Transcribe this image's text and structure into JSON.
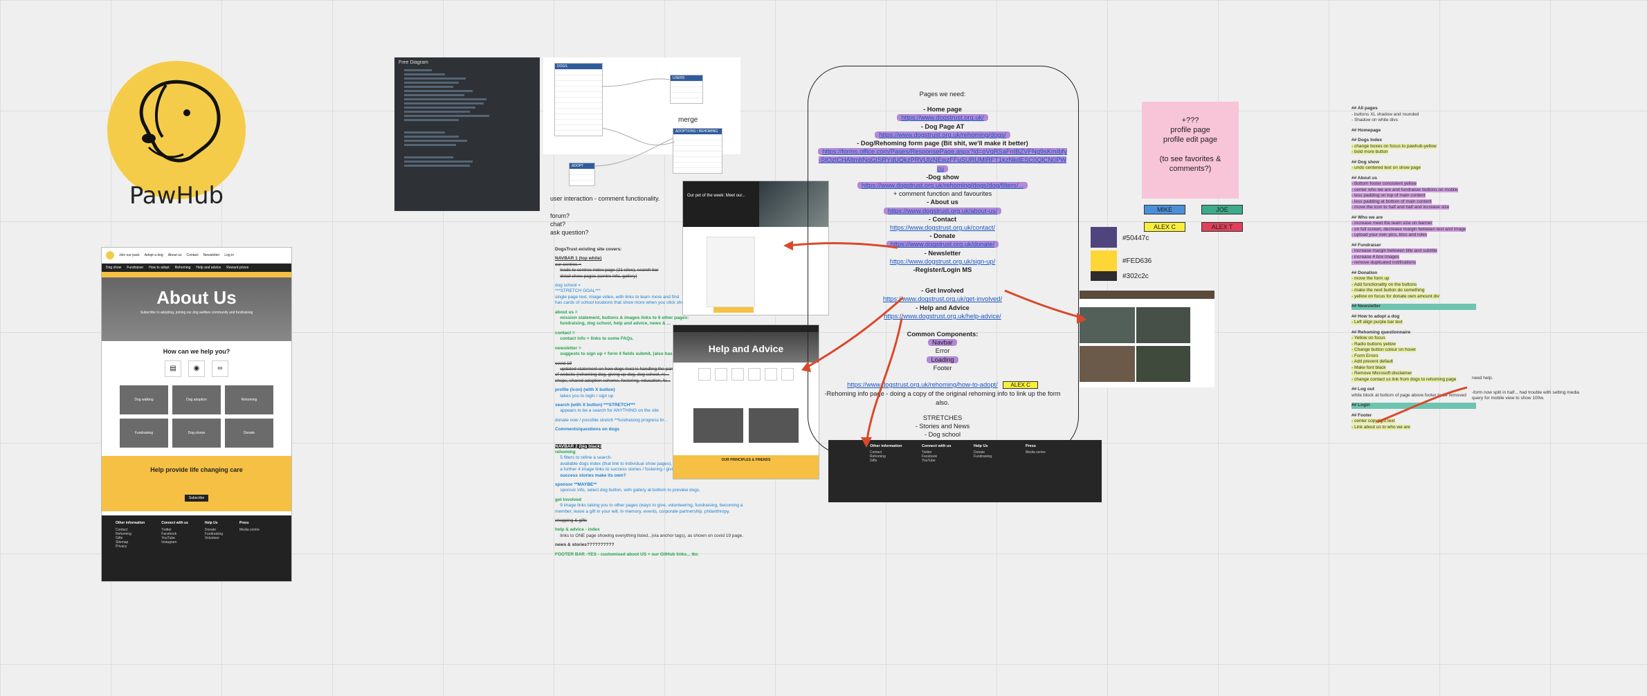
{
  "logo": {
    "text": "PawHub",
    "color": "#f5cc4a"
  },
  "about_page": {
    "nav_items": [
      "Join our pack",
      "Adopt a dog",
      "About us",
      "Contact",
      "Newsletter",
      "Log in"
    ],
    "sub_nav": [
      "Dog show",
      "Fundraiser",
      "How to adopt",
      "Rehoming",
      "Help and advice",
      "Reward prizes"
    ],
    "hero_title": "About Us",
    "hero_text": "Subscribe to adopting, joining our dog welfare community and fundraising",
    "help_title": "How can we help you?",
    "grid_labels": [
      "Dog walking",
      "Dog adoption",
      "Rehoming",
      "Fundraising",
      "Dog shows",
      "Donate"
    ],
    "cta_title": "Help provide life changing care",
    "cta_button": "Subscribe",
    "footer_cols": [
      {
        "title": "Other information",
        "items": [
          "Contact",
          "Rehoming",
          "Gifts",
          "Sitemap",
          "Privacy"
        ]
      },
      {
        "title": "Connect with us",
        "items": [
          "Twitter",
          "Facebook",
          "YouTube",
          "Instagram"
        ]
      },
      {
        "title": "Help Us",
        "items": [
          "Donate",
          "Fundraising",
          "Volunteer"
        ]
      },
      {
        "title": "Press",
        "items": [
          "Media centre"
        ]
      }
    ]
  },
  "diagram": {
    "title": "Free Diagram"
  },
  "erd": {
    "tables": [
      {
        "name": "DOGS"
      },
      {
        "name": "USERS"
      },
      {
        "name": "ADOPT"
      },
      {
        "name": "ADOPTIONS / REHOMING"
      }
    ],
    "merge_label": "merge"
  },
  "user_interaction": "user interaction - comment functionality.",
  "questions": [
    "forum?",
    "chat?",
    "ask question?"
  ],
  "site_notes": {
    "intro": "DogsTrust existing site covers:",
    "navbar1": "NAVBAR 1 (top white)",
    "centres": "our centres =",
    "centres_a": "leads to centres index page (21 sites), search bar",
    "centres_b": "detail show pages (centre info, gallery)",
    "dog_school": "dog school =",
    "dog_school_b": "***STRETCH GOAL***",
    "dog_school_c": "single page text, image video, with links to learn more and find",
    "dog_school_d": "has cards of school locations that show more when you click show more.",
    "about": "about us =",
    "about_b": "mission statement, buttons & images links to 6 other pages:",
    "about_c": "fundraising, dog school, help and advice, news & ...",
    "contact": "contact =",
    "contact_b": "contact info + links to some FAQs.",
    "newsletter": "newsletter =",
    "newsletter_b": "suggests to sign up + form 4 fields submit, (also has ...",
    "covid": "covid 19",
    "covid_b": "updated statement on how dogs trust is handling the pandemic",
    "covid_c": "of website (rehoming dog, giving up dog, dog school, re...",
    "covid_d": "shops, shared adoption scheme, fostering, education, fu...",
    "profile": "profile (icon) (with X button)",
    "profile_b": "takes you to login / sign up",
    "search": "search (with X button) ***STRETCH***",
    "search_b": "appears to be a search for ANYTHING on the site",
    "donate": "donate now / possible stretch **fundraising progress br...",
    "comments": "Comments/questions on dogs",
    "navbar2": "NAVBAR 2 (big black)",
    "rehoming": "rehoming",
    "rehoming_a": "5 filters to refine a search.",
    "rehoming_b": "available dogs index (that link to individual show pages), with show more tab.",
    "rehoming_c": "a further 4 image links to success stories / fostering / giving up your dog / adopting a dog",
    "rehoming_d": "success stories make its own?",
    "sponsor": "sponsor **MAYBE**",
    "sponsor_b": "sponsor info, select dog button,  with gallery at bottom to preview dogs.",
    "get_involved": "get involved",
    "get_involved_b": "9 image links taking you to other pages (ways to give, volunteering, fundraising, becoming a",
    "get_involved_c": "member, leave a gift in your will, in memory, events, corporate partnership, philanthropy.",
    "shopping": "shopping & gifts",
    "help": "help & advice - index",
    "help_b": "links to ONE page showing everything listed...(via anchor tags), as shown on covid 19 page.",
    "news": "news & stories??????????",
    "footer": "FOOTER BAR  -YES - customised about US + our GitHub links... tbc"
  },
  "dog_page": {
    "headline": "Our pet of the week: Meet our..."
  },
  "help_page": {
    "title": "Help and Advice",
    "band": "OUR PRINCIPLES & FRIENDS"
  },
  "pages": {
    "heading": "Pages we need:",
    "items": [
      {
        "title": "- Home page",
        "link": "https://www.dogstrust.org.uk/",
        "hl": true
      },
      {
        "title": "- Dog Page AT",
        "link": "https://www.dogstrust.org.uk/rehoming/dogs/",
        "hl": true
      },
      {
        "title": "- Dog/Rehoming form page (Bit shit, we'll make it better)",
        "link": "https://forms.office.com/Pages/ResponsePage.aspx?id=oVqRSaFnIBZVFNg9sKmIbfy-StOztCHAltmbNgGtSRYdUQkzPRVUlzNEwzFFuSURUMlRFT1kzNkdESC0QlCN0PWcu",
        "hl": true
      },
      {
        "title": "-Dog show",
        "link": "https://www.dogstrust.org.uk/rehoming/dogs/dog/filters/...",
        "hl": true,
        "extra": "+ comment function and favourites"
      },
      {
        "title": "- About us",
        "link": "https://www.dogstrust.org.uk/about-us/",
        "hl": true
      },
      {
        "title": "- Contact",
        "link": "https://www.dogstrust.org.uk/contact/",
        "hl": false
      },
      {
        "title": "- Donate",
        "link": "https://www.dogstrust.org.uk/donate/",
        "hl": true
      },
      {
        "title": "- Newsletter",
        "link": "https://www.dogstrust.org.uk/sign-up/",
        "hl": false
      },
      {
        "title": "-Register/Login MS",
        "link": "",
        "hl": true
      }
    ],
    "get_involved": "- Get Involved",
    "get_involved_link": "https://www.dogstrust.org.uk/get-involved/",
    "help_title": "- Help and Advice",
    "help_link": "https://www.dogstrust.org.uk/help-advice/",
    "common_title": "Common Components:",
    "common_items": [
      "Navbar",
      "Error",
      "Loading",
      "Footer"
    ],
    "rehoming_link": "https://www.dogstrust.org.uk/rehoming/how-to-adopt/",
    "rehoming_tag": "ALEX C",
    "rehoming_note": "-Rehoming info page - doing a copy of the original rehoming info to link up the form also.",
    "stretches_title": "STRETCHES",
    "stretches": [
      "- Stories and News",
      "- Dog school"
    ]
  },
  "sticky": {
    "lines": [
      "+???",
      "profile page",
      "profile edit page",
      "",
      "(to see favorites &",
      "comments?)"
    ]
  },
  "people": [
    {
      "name": "MIKE",
      "color": "#4a90d9"
    },
    {
      "name": "JOE",
      "color": "#3daa8a"
    },
    {
      "name": "ALEX C",
      "color": "#f8ef3c"
    },
    {
      "name": "ALEX T",
      "color": "#e0405a"
    }
  ],
  "palette": [
    {
      "hex": "#50447c",
      "label": "#50447c"
    },
    {
      "hex": "#FED636",
      "label": "#FED636"
    },
    {
      "hex": "#302c2c",
      "label": "#302c2c"
    }
  ],
  "right_notes": {
    "sections": [
      {
        "title": "## All pages",
        "lines": [
          "- buttons XL shadow and rounded",
          "- Shadow on white divs"
        ]
      },
      {
        "title": "## Homepage",
        "lines": []
      },
      {
        "title": "## Dogs Index",
        "lines": [
          "- change boxes on focus to pawhub-yellow",
          "- bold more button"
        ]
      },
      {
        "title": "## Dog show",
        "lines": [
          "- undo centered text on show page"
        ]
      },
      {
        "title": "## About us",
        "lines": [
          "- Bottom footer consistent yellow",
          "- center who we are and fundraiser buttons on mobile",
          "- less padding on top of main content",
          "- less padding at bottom of main content",
          "- move the icon to half and half and increase size"
        ]
      },
      {
        "title": "## Who we are",
        "lines": [
          "- Increase meet the team size on banner",
          "- on full screen, decrease margin between text and image",
          "- upload your own pics, bios and roles"
        ]
      },
      {
        "title": "## Fundraiser",
        "lines": [
          "- increase margin between title and subtitle",
          "- increase 4 box images",
          "- remove duplicated notifications"
        ]
      },
      {
        "title": "## Donation",
        "lines": [
          "- move the form up",
          "- Add functionality on the buttons",
          "- make the next button do something",
          "- yellow on focus for donate own amount div"
        ]
      },
      {
        "title": "## Newsletter",
        "lines": []
      },
      {
        "title": "## How to adopt a dog",
        "lines": [
          "- Left align purple bar text"
        ]
      },
      {
        "title": "## Rehoming questionnaire",
        "lines": [
          "- Yellow on focus",
          "- Radio buttons yellow",
          "- Change button colour on hover",
          "- Form Errors",
          "- Add prevent default",
          "- Make font black",
          "- Remove Microsoft disclaimer",
          "- change contact us link from dogs to rehoming page"
        ]
      },
      {
        "title": "## Log out",
        "lines": [
          "white block at bottom of page above footer to be removed"
        ]
      },
      {
        "title": "## Login",
        "lines": []
      },
      {
        "title": "## Footer",
        "lines": [
          "- center copyright text",
          "- Link about us to who we are"
        ]
      }
    ]
  },
  "aside_note": {
    "need_help": "need help.",
    "text": "-form now split in half... had trouble with setting media query for mobile view to show 100w."
  }
}
